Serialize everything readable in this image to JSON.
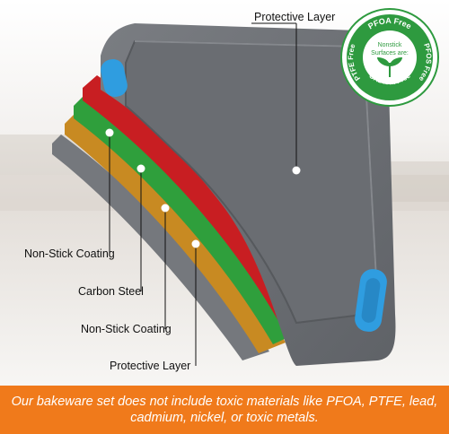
{
  "labels": {
    "top_layer": "Protective Layer",
    "non_stick_1": "Non-Stick Coating",
    "carbon_steel": "Carbon Steel",
    "non_stick_2": "Non-Stick Coating",
    "bottom_layer": "Protective Layer"
  },
  "badge": {
    "arc_left": "PTFE Free",
    "arc_top": "PFOA Free",
    "arc_right": "PFOS Free",
    "arc_bottom": "CADIUM Free",
    "inner_line1": "Nonstick",
    "inner_line2": "Surfaces are:"
  },
  "banner": {
    "line1": "Our bakeware set does not include toxic materials like PFOA, PTFE, lead,",
    "line2": "cadmium, nickel, or toxic metals."
  },
  "colors": {
    "tray_gray": "#6e7176",
    "tray_dark": "#55585c",
    "handle_blue": "#2f9de0",
    "layer_red": "#c81e22",
    "layer_green": "#2f9f3c",
    "layer_gold": "#c88a22",
    "badge_green": "#2e9a3f",
    "banner_orange": "#f07a1b"
  }
}
